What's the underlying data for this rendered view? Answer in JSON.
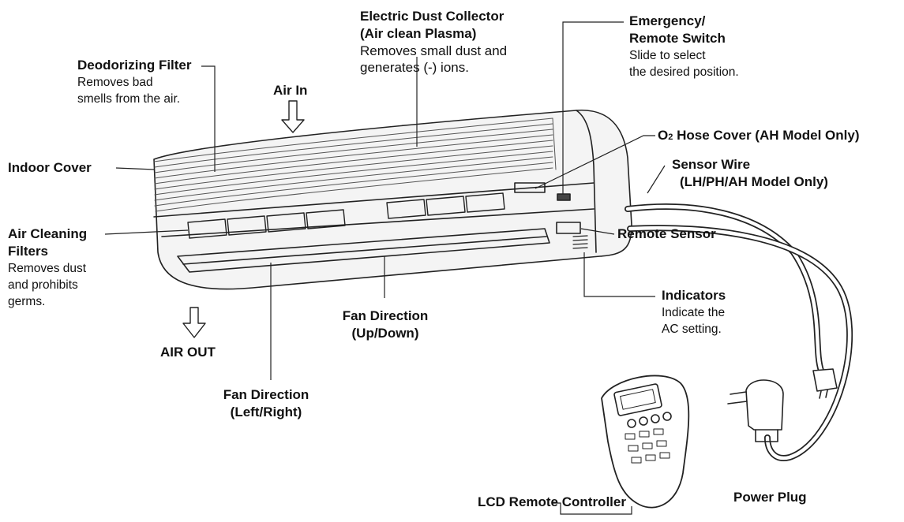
{
  "labels": {
    "deodorizing": {
      "title": "Deodorizing Filter",
      "desc1": "Removes bad",
      "desc2": "smells from the air."
    },
    "dust_collector": {
      "title1": "Electric Dust Collector",
      "title2": "(Air clean Plasma)",
      "desc1": "Removes small dust and",
      "desc2": "generates (-) ions."
    },
    "emergency": {
      "title1": "Emergency/",
      "title2": "Remote Switch",
      "desc1": "Slide to select",
      "desc2": "the desired position."
    },
    "air_in": "Air In",
    "o2_hose": {
      "sym": "O",
      "sub": "2",
      "rest": " Hose Cover (AH Model Only)"
    },
    "indoor_cover": "Indoor Cover",
    "sensor_wire": {
      "title1": "Sensor Wire",
      "title2": "(LH/PH/AH Model Only)"
    },
    "air_cleaning": {
      "title1": "Air Cleaning",
      "title2": "Filters",
      "desc1": "Removes dust",
      "desc2": "and prohibits",
      "desc3": "germs."
    },
    "remote_sensor": "Remote Sensor",
    "indicators": {
      "title": "Indicators",
      "desc1": "Indicate the",
      "desc2": "AC setting."
    },
    "fan_updown": {
      "title1": "Fan Direction",
      "title2": "(Up/Down)"
    },
    "air_out": "AIR OUT",
    "fan_leftright": {
      "title1": "Fan Direction",
      "title2": "(Left/Right)"
    },
    "lcd_remote": "LCD Remote Controller",
    "power_plug": "Power Plug"
  },
  "colors": {
    "line": "#222222",
    "unit_fill": "#f4f4f4",
    "grille": "#555555",
    "text": "#111111"
  }
}
